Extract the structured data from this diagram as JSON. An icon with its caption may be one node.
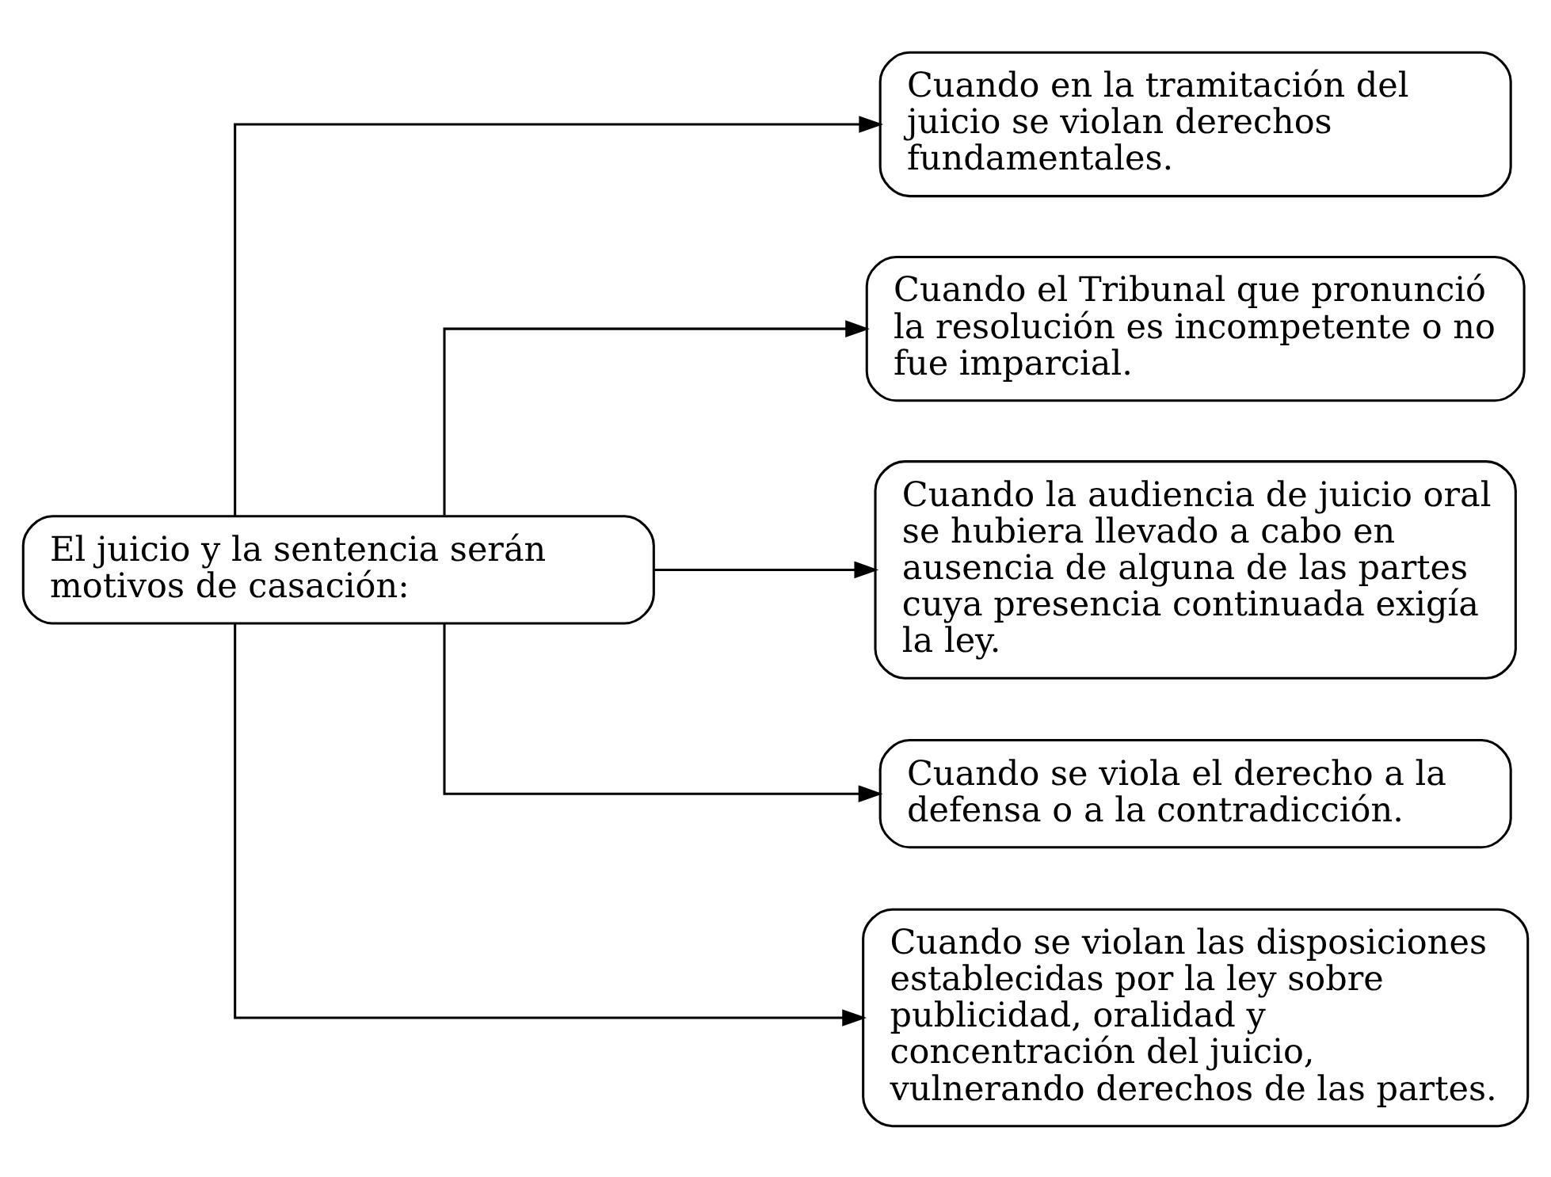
{
  "diagram": {
    "nodes": [
      {
        "text": [
          "El juicio y la sentencia serán motivos de casación:"
        ]
      },
      {
        "text": [
          "Cuando en la tramitación del juicio se violan derechos fundamentales."
        ]
      },
      {
        "text": [
          "Cuando el Tribunal que pronunció la resolución es incompetente o no fue imparcial."
        ]
      },
      {
        "text": [
          "Cuando la audiencia de juicio oral se hubiera llevado a cabo en ausencia de alguna de las partes cuya presencia continuada exigía la ley."
        ]
      },
      {
        "text": [
          "Cuando se viola el derecho a la defensa o a la contradicción."
        ]
      },
      {
        "text": [
          "Cuando se violan las disposiciones establecidas por la ley sobre publicidad, oralidad y concentración del juicio, vulnerando derechos de las partes."
        ]
      }
    ],
    "edges": [
      {
        "from": 0,
        "to": 1,
        "arrow": "to"
      },
      {
        "from": 0,
        "to": 2,
        "arrow": "to"
      },
      {
        "from": 0,
        "to": 3,
        "arrow": "to"
      },
      {
        "from": 0,
        "to": 4,
        "arrow": "to"
      },
      {
        "from": 0,
        "to": 5,
        "arrow": "to"
      }
    ]
  }
}
